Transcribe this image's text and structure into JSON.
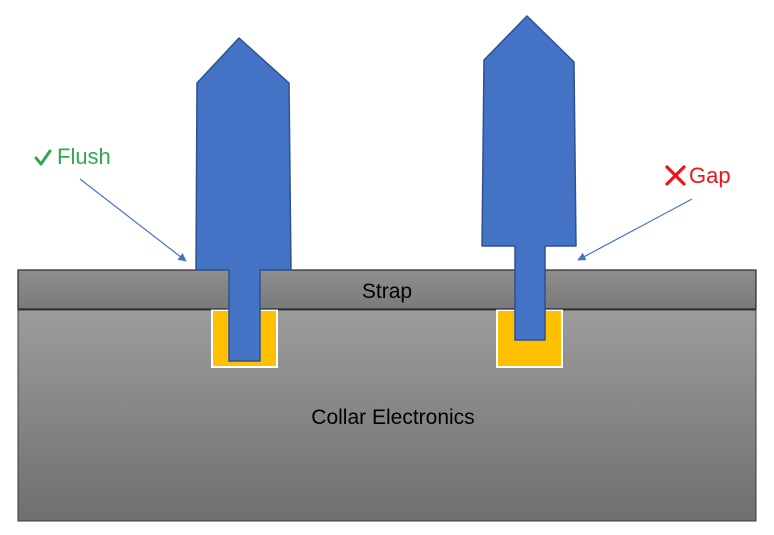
{
  "labels": {
    "strap": "Strap",
    "collar": "Collar Electronics",
    "flush": "Flush",
    "gap": "Gap"
  },
  "icons": {
    "flush": "check-icon",
    "gap": "cross-icon"
  },
  "colors": {
    "pin": "#4472c4",
    "pin_outline": "#2f528f",
    "contact_pad": "#ffc000",
    "flush_text": "#2fa84f",
    "gap_text": "#e81818",
    "arrow": "#4472c4"
  }
}
